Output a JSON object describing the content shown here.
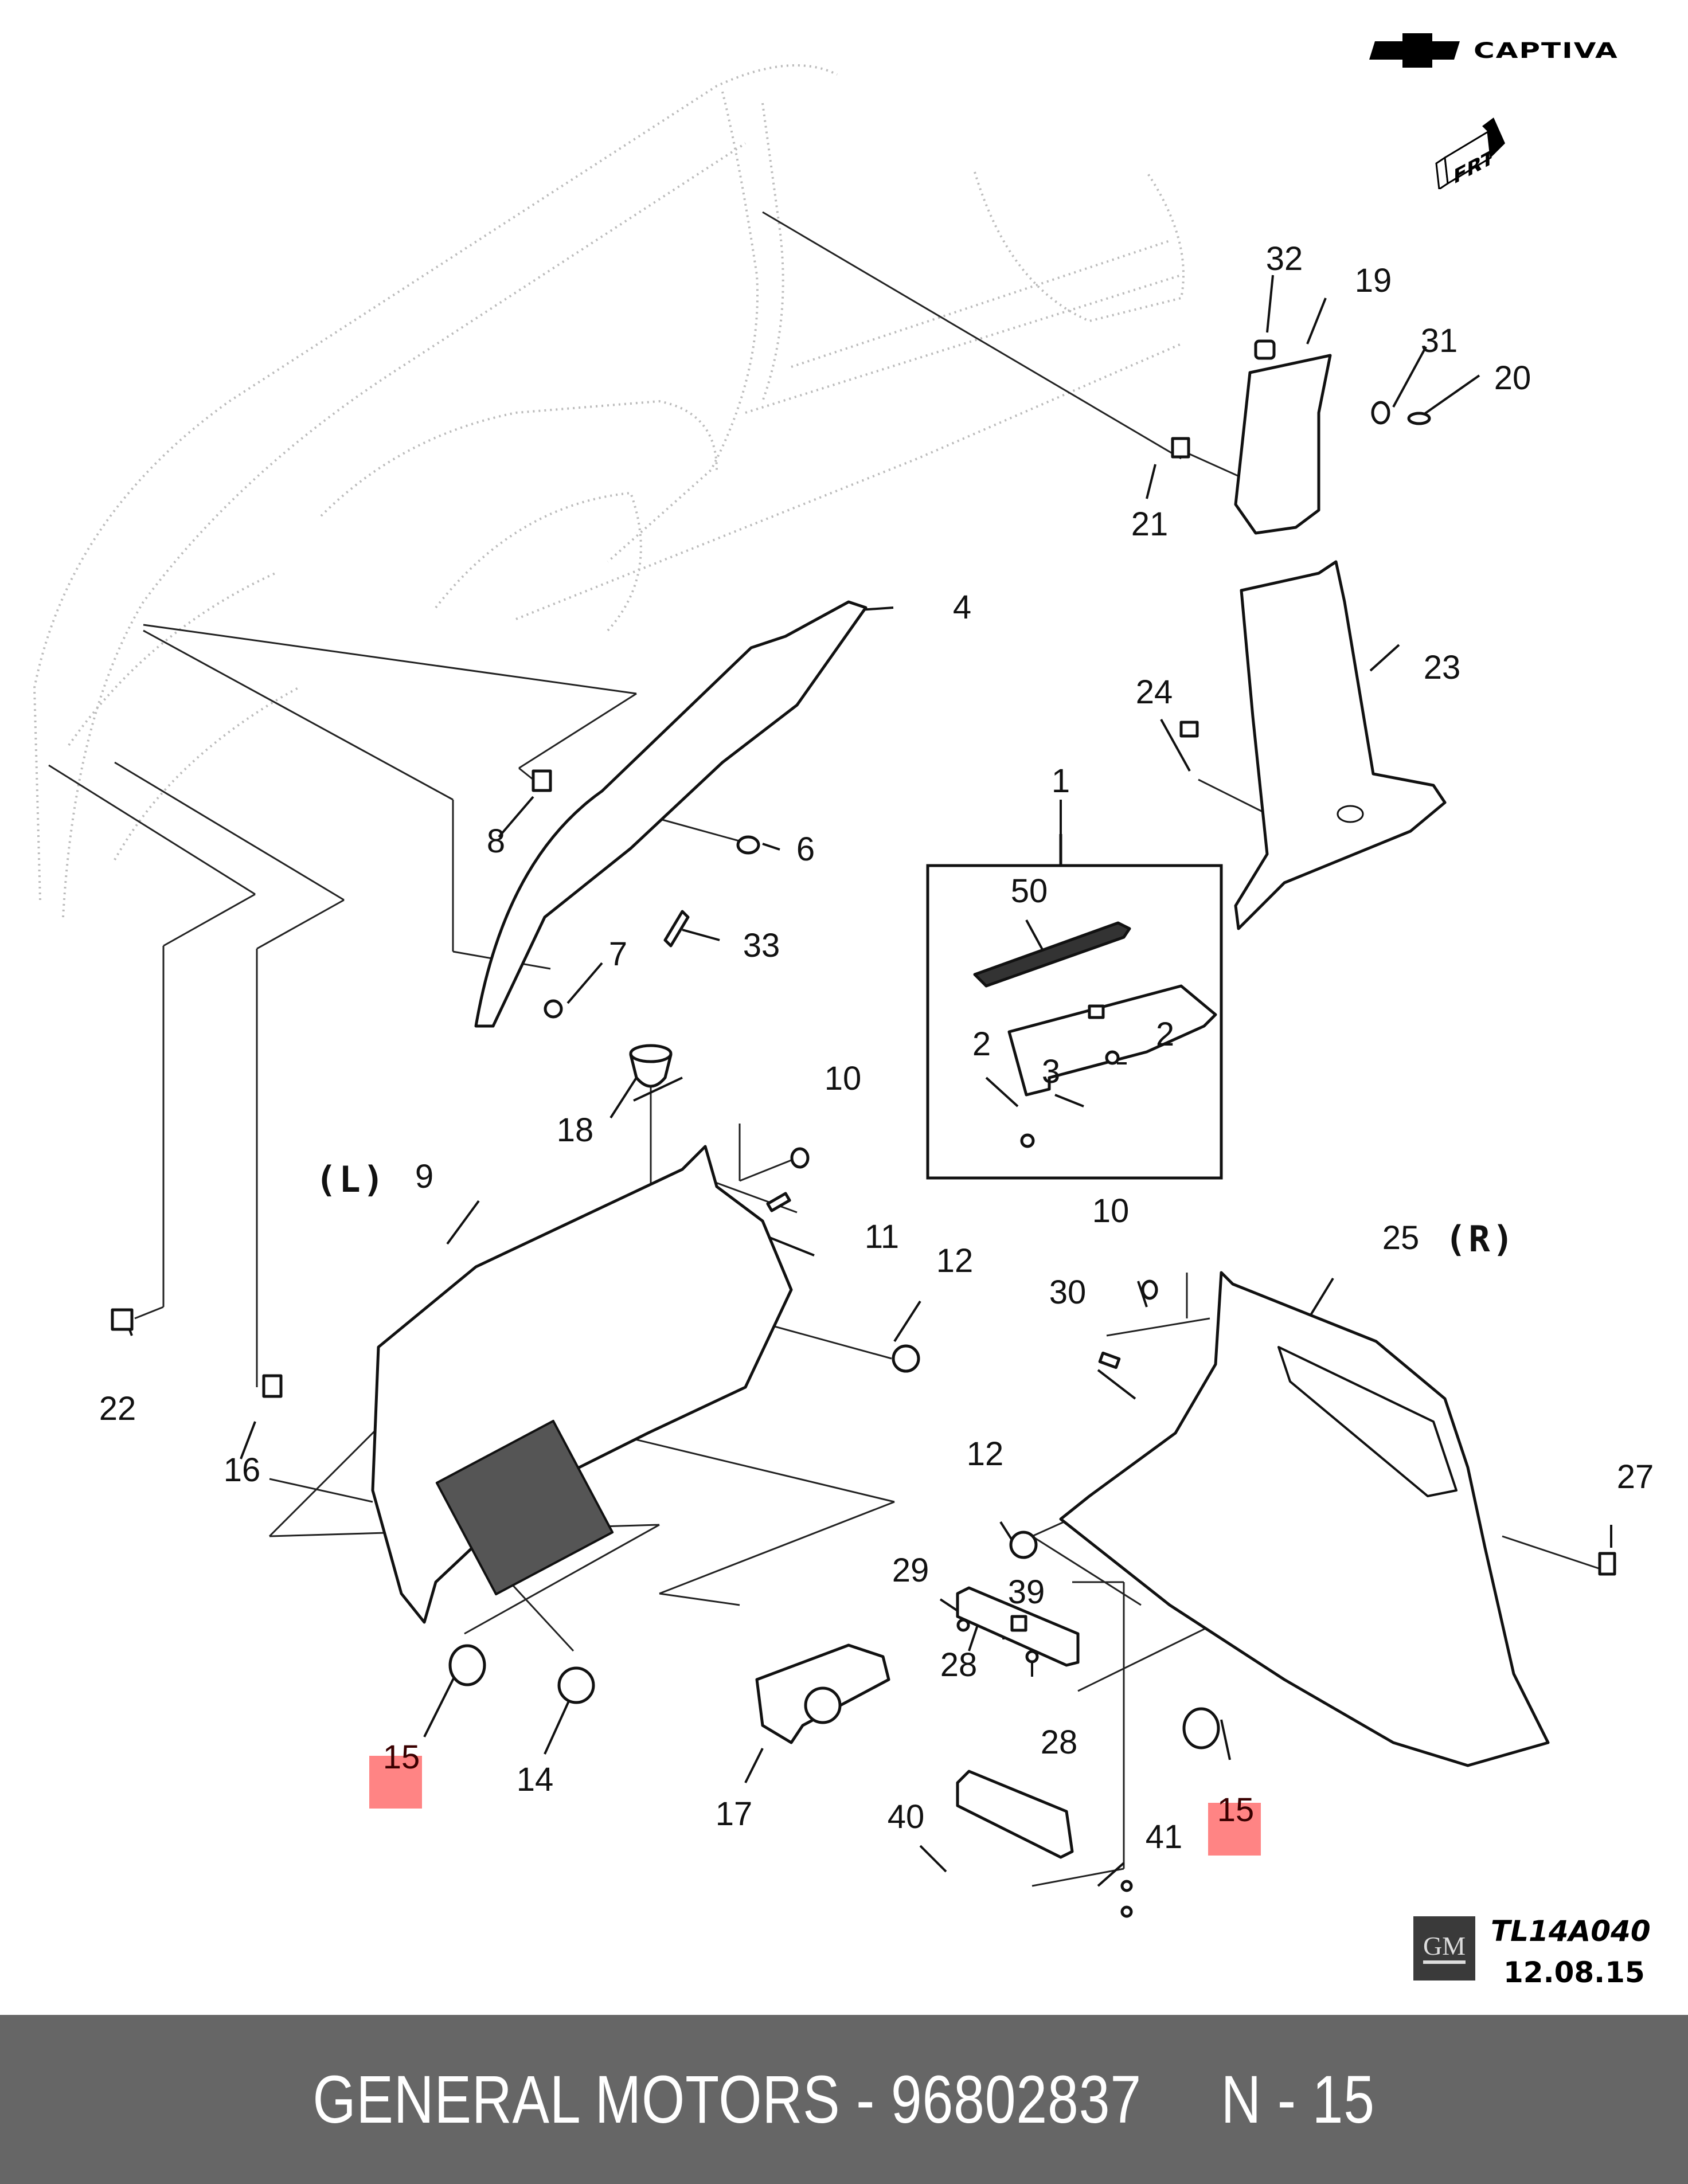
{
  "header": {
    "brand": "CAPTIVA",
    "direction_badge": "FRT"
  },
  "diagram": {
    "side_labels": {
      "left": "(L)",
      "right": "(R)"
    },
    "highlight_color": "#ff6666",
    "highlighted_part": "15",
    "callouts": [
      {
        "id": "c32",
        "label": "32"
      },
      {
        "id": "c19",
        "label": "19"
      },
      {
        "id": "c31",
        "label": "31"
      },
      {
        "id": "c20",
        "label": "20"
      },
      {
        "id": "c21",
        "label": "21"
      },
      {
        "id": "c4",
        "label": "4"
      },
      {
        "id": "c23",
        "label": "23"
      },
      {
        "id": "c24",
        "label": "24"
      },
      {
        "id": "c8",
        "label": "8"
      },
      {
        "id": "c6",
        "label": "6"
      },
      {
        "id": "c1",
        "label": "1"
      },
      {
        "id": "c50",
        "label": "50"
      },
      {
        "id": "c33",
        "label": "33"
      },
      {
        "id": "c7",
        "label": "7"
      },
      {
        "id": "c2a",
        "label": "2"
      },
      {
        "id": "c2b",
        "label": "2"
      },
      {
        "id": "c3",
        "label": "3"
      },
      {
        "id": "c10a",
        "label": "10"
      },
      {
        "id": "c18",
        "label": "18"
      },
      {
        "id": "c9",
        "label": "9"
      },
      {
        "id": "c11",
        "label": "11"
      },
      {
        "id": "c12a",
        "label": "12"
      },
      {
        "id": "c10b",
        "label": "10"
      },
      {
        "id": "c25",
        "label": "25"
      },
      {
        "id": "c30",
        "label": "30"
      },
      {
        "id": "c22",
        "label": "22"
      },
      {
        "id": "c16",
        "label": "16"
      },
      {
        "id": "c12b",
        "label": "12"
      },
      {
        "id": "c27",
        "label": "27"
      },
      {
        "id": "c29",
        "label": "29"
      },
      {
        "id": "c39",
        "label": "39"
      },
      {
        "id": "c28a",
        "label": "28"
      },
      {
        "id": "c28b",
        "label": "28"
      },
      {
        "id": "c15a",
        "label": "15"
      },
      {
        "id": "c14",
        "label": "14"
      },
      {
        "id": "c17",
        "label": "17"
      },
      {
        "id": "c15b",
        "label": "15"
      },
      {
        "id": "c40",
        "label": "40"
      },
      {
        "id": "c41",
        "label": "41"
      }
    ]
  },
  "stamp": {
    "logo": "GM",
    "diagram_code": "TL14A040",
    "date": "12.08.15"
  },
  "footer": {
    "text": "GENERAL MOTORS - 96802837     N - 15",
    "manufacturer": "GENERAL MOTORS",
    "part_number": "96802837",
    "position": "N - 15"
  }
}
